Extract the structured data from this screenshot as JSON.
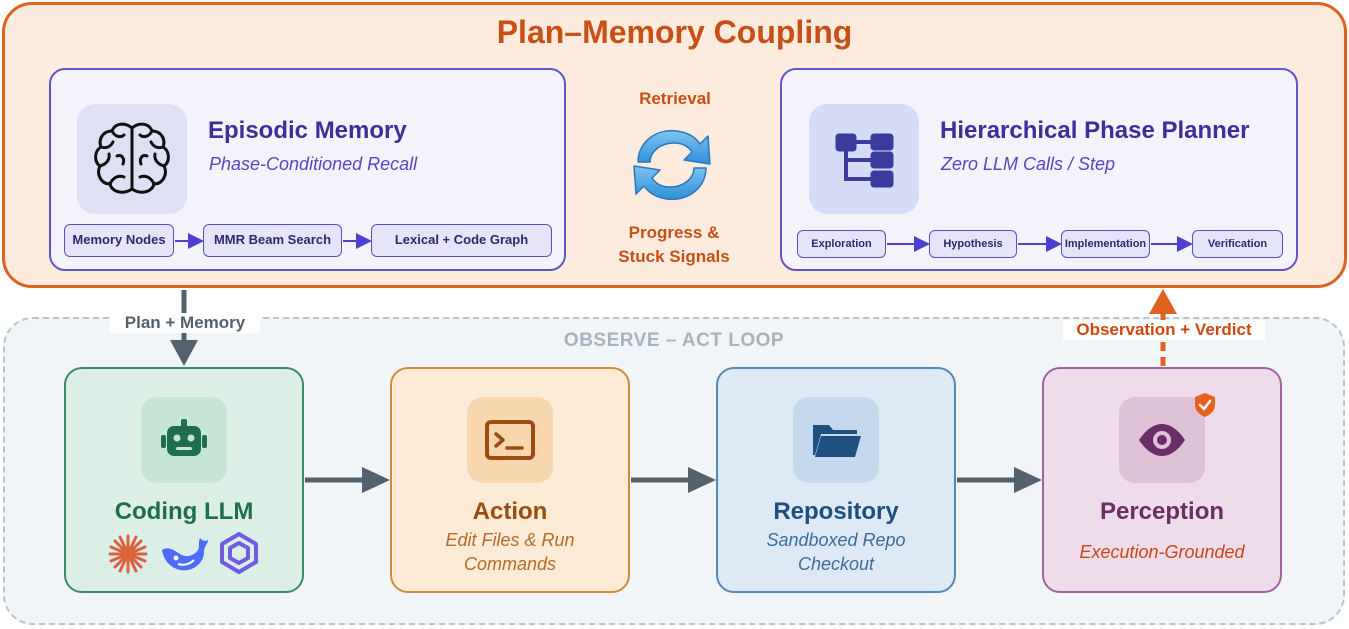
{
  "coupling": {
    "title": "Plan–Memory Coupling",
    "retrieval_label": "Retrieval",
    "signals_label_line1": "Progress &",
    "signals_label_line2": "Stuck Signals"
  },
  "memory": {
    "title": "Episodic Memory",
    "subtitle": "Phase-Conditioned Recall",
    "steps": [
      "Memory Nodes",
      "MMR Beam Search",
      "Lexical + Code Graph"
    ]
  },
  "planner": {
    "title": "Hierarchical Phase Planner",
    "subtitle": "Zero LLM Calls / Step",
    "phases": [
      "Exploration",
      "Hypothesis",
      "Implementation",
      "Verification"
    ]
  },
  "loop": {
    "label": "OBSERVE – ACT LOOP",
    "plan_memory_label": "Plan + Memory",
    "observation_label": "Observation + Verdict"
  },
  "stages": {
    "llm": {
      "title": "Coding LLM",
      "icon": "robot-icon"
    },
    "action": {
      "title": "Action",
      "sub_line1": "Edit Files & Run",
      "sub_line2": "Commands",
      "icon": "terminal-icon"
    },
    "repo": {
      "title": "Repository",
      "sub_line1": "Sandboxed Repo",
      "sub_line2": "Checkout",
      "icon": "folder-icon"
    },
    "perception": {
      "title": "Perception",
      "subtitle": "Execution-Grounded",
      "icon": "eye-icon",
      "badge_icon": "shield-check-icon"
    }
  },
  "colors": {
    "accent": "#e0621f",
    "memory_purple": "#3d2f9a",
    "llm_green": "#1f6f4e",
    "action_orange": "#9b4d10",
    "repo_blue": "#1f4f7f",
    "perception_purple": "#6a2f69"
  }
}
